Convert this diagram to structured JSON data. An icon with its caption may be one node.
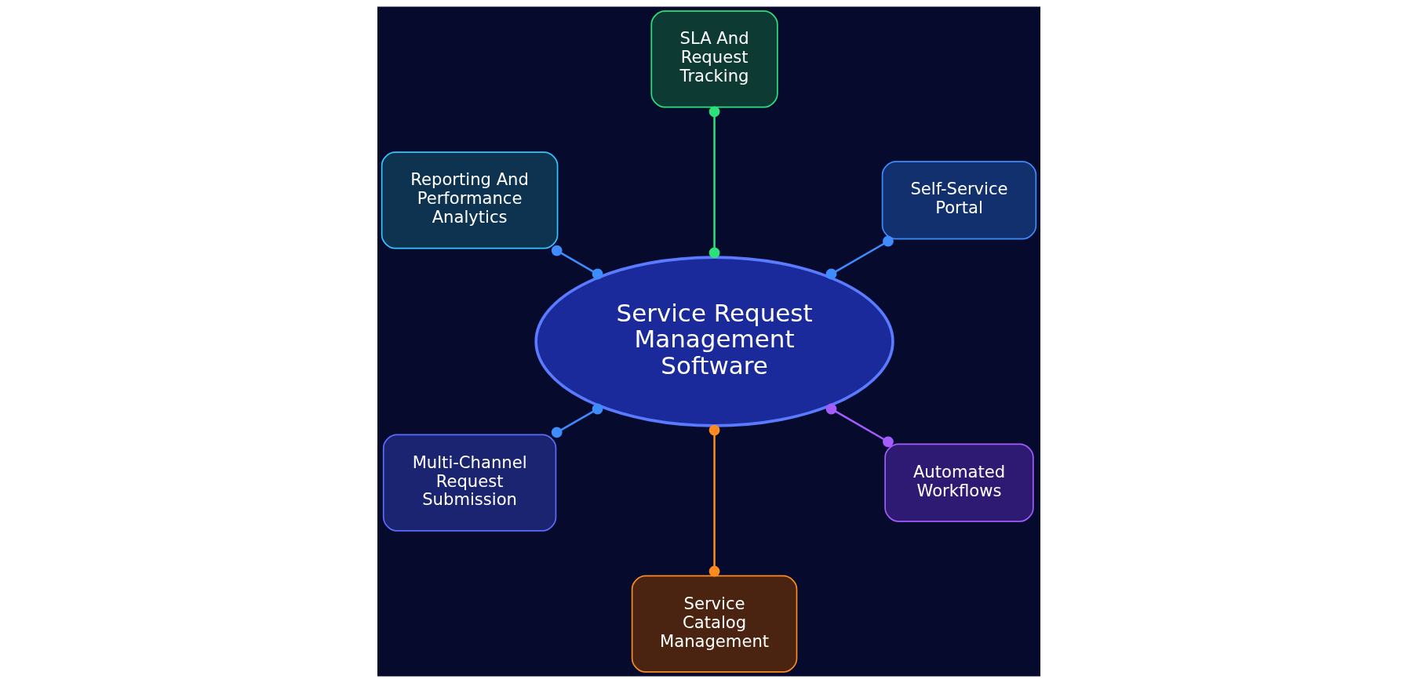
{
  "diagram": {
    "nodes": [
      {
        "text": [
          "Service Request Management Software"
        ]
      },
      {
        "text": [
          "Self-Service Portal"
        ]
      },
      {
        "text": [
          "SLA And Request Tracking"
        ]
      },
      {
        "text": [
          "Reporting And Performance Analytics"
        ]
      },
      {
        "text": [
          "Multi-Channel Request Submission"
        ]
      },
      {
        "text": [
          "Service Catalog Management"
        ]
      },
      {
        "text": [
          "Automated Workflows"
        ]
      }
    ],
    "edges": [
      {
        "from": 0,
        "to": 1,
        "arrow": "other"
      },
      {
        "from": 0,
        "to": 2,
        "arrow": "other",
        "color": "#2ee07a"
      },
      {
        "from": 0,
        "to": 3,
        "arrow": "other"
      },
      {
        "from": 0,
        "to": 4,
        "arrow": "other"
      },
      {
        "from": 0,
        "to": 5,
        "arrow": "other",
        "color": "#ff8a1f"
      },
      {
        "from": 0,
        "to": 6,
        "arrow": "other",
        "color": "#a45cff"
      }
    ]
  }
}
